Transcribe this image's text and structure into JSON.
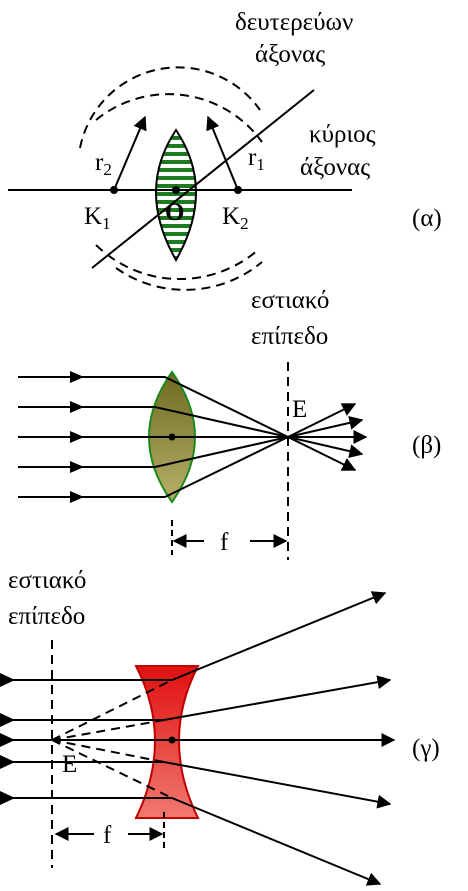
{
  "panel_a": {
    "secondary_axis_line1": "δευτερεύων",
    "secondary_axis_line2": "άξονας",
    "principal_axis_line1": "κύριος",
    "principal_axis_line2": "άξονας",
    "r2_main": "r",
    "r2_sub": "2",
    "r1_main": "r",
    "r1_sub": "1",
    "k1_main": "K",
    "k1_sub": "1",
    "k2_main": "K",
    "k2_sub": "2",
    "center": "O",
    "tag": "(α)",
    "lens_fill": "#1e7a1e"
  },
  "panel_b": {
    "focal_plane_line1": "εστιακό",
    "focal_plane_line2": "επίπεδο",
    "focus": "E",
    "focal_length": "f",
    "tag": "(β)",
    "lens_fill": "#8c8a3c"
  },
  "panel_c": {
    "focal_plane_line1": "εστιακό",
    "focal_plane_line2": "επίπεδο",
    "focus": "E",
    "focal_length": "f",
    "tag": "(γ)",
    "lens_fill": "#e8201e"
  }
}
